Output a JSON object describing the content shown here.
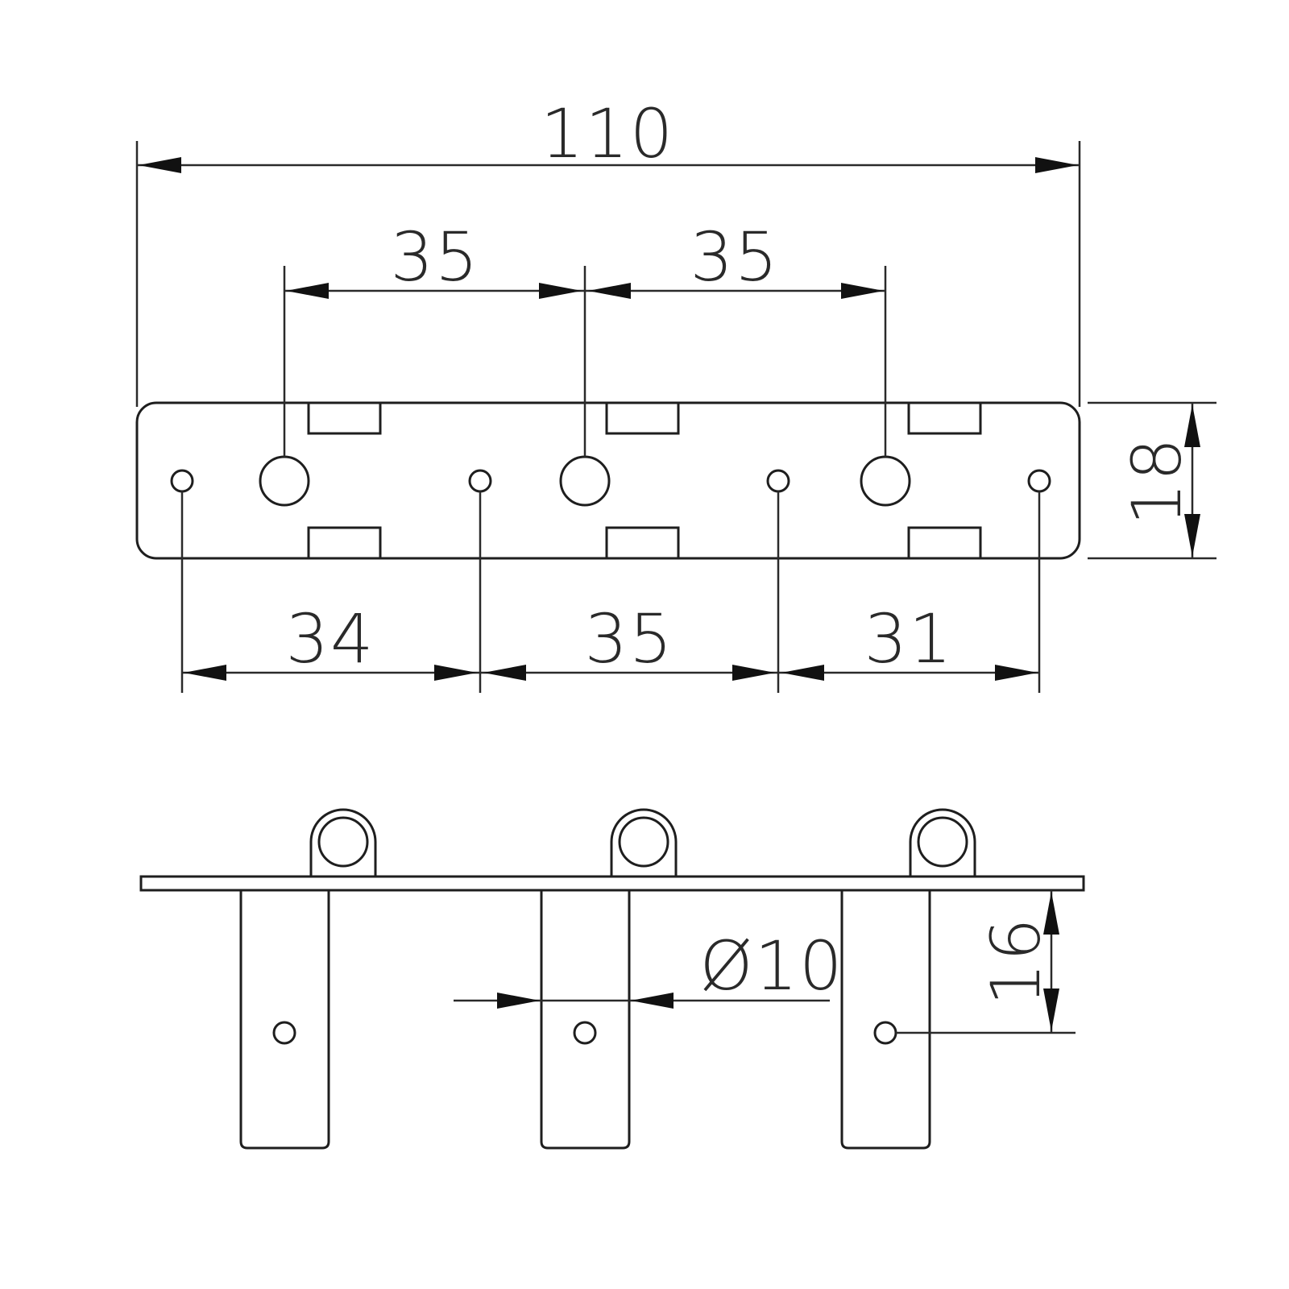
{
  "dimensions": {
    "overall_length": "110",
    "top_spacing_1": "35",
    "top_spacing_2": "35",
    "bottom_spacing_1": "34",
    "bottom_spacing_2": "35",
    "bottom_spacing_3": "31",
    "plate_height": "18",
    "clamp_height": "16",
    "hole_diameter": "Ø10"
  },
  "colors": {
    "line": "#1e1e1e",
    "background": "#ffffff"
  }
}
